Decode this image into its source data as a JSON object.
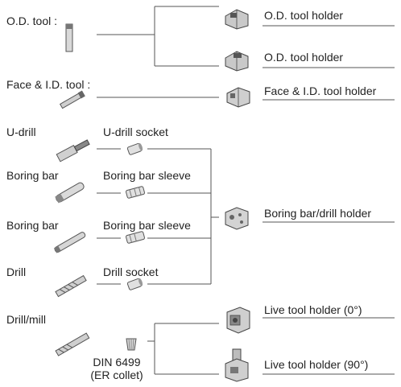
{
  "left": {
    "od_tool": "O.D. tool :",
    "face_id_tool": "Face & I.D. tool :",
    "u_drill": "U-drill",
    "boring_bar_1": "Boring bar",
    "boring_bar_2": "Boring bar",
    "drill": "Drill",
    "drill_mill": "Drill/mill"
  },
  "middle": {
    "u_drill_socket": "U-drill socket",
    "boring_bar_sleeve_1": "Boring bar sleeve",
    "boring_bar_sleeve_2": "Boring bar sleeve",
    "drill_socket": "Drill socket",
    "din_line1": "DIN 6499",
    "din_line2": "(ER collet)"
  },
  "right": {
    "od_holder_1": "O.D. tool holder",
    "od_holder_2": "O.D. tool holder",
    "face_id_holder": "Face & I.D. tool holder",
    "boring_drill_holder": "Boring bar/drill holder",
    "live_0": "Live tool holder (0°)",
    "live_90": "Live tool holder (90°)"
  }
}
